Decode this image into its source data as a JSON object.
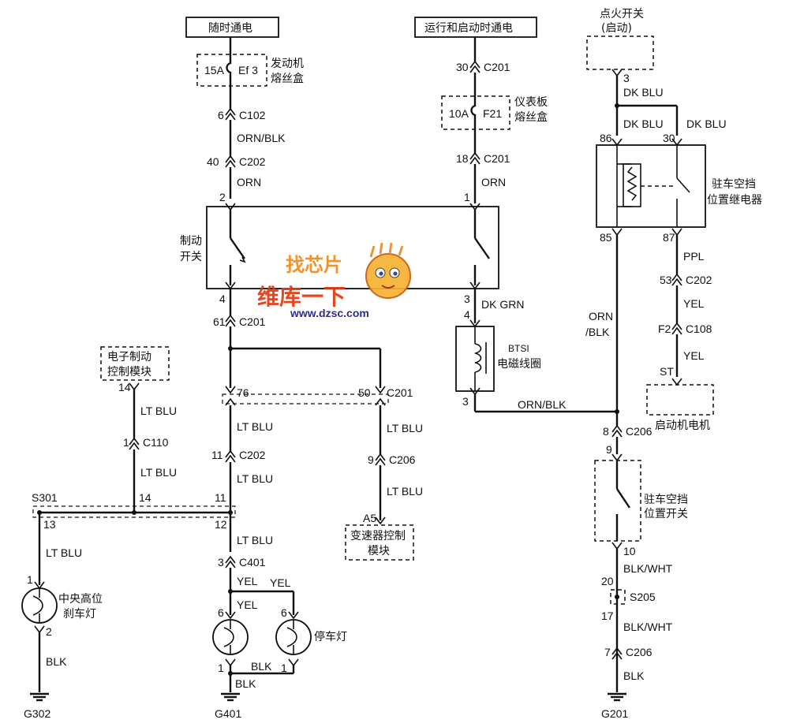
{
  "power": {
    "always_hot": "随时通电",
    "run_start": "运行和启动时通电",
    "ign_switch_l1": "点火开关",
    "ign_switch_l2": "(启动)"
  },
  "fuses": {
    "ef3_amp": "15A",
    "ef3_name": "Ef 3",
    "ef3_box_l1": "发动机",
    "ef3_box_l2": "熔丝盒",
    "f21_amp": "10A",
    "f21_name": "F21",
    "f21_box_l1": "仪表板",
    "f21_box_l2": "熔丝盒"
  },
  "components": {
    "brake_switch_l1": "制动",
    "brake_switch_l2": "开关",
    "ebcm_l1": "电子制动",
    "ebcm_l2": "控制模块",
    "btsi_l1": "BTSI",
    "btsi_l2": "电磁线圈",
    "relay_l1": "驻车空挡",
    "relay_l2": "位置继电器",
    "starter": "启动机电机",
    "park_switch_l1": "驻车空挡",
    "park_switch_l2": "位置开关",
    "tcm_l1": "变速器控制",
    "tcm_l2": "模块",
    "chmsl_l1": "中央高位",
    "chmsl_l2": "刹车灯",
    "stop_lamp": "停车灯"
  },
  "wires": {
    "orn_blk": "ORN/BLK",
    "orn": "ORN",
    "dk_grn": "DK GRN",
    "dk_blu": "DK BLU",
    "ppl": "PPL",
    "yel": "YEL",
    "lt_blu": "LT BLU",
    "blk": "BLK",
    "blk_wht": "BLK/WHT",
    "orn_l1": "ORN",
    "orn_l2": "/BLK"
  },
  "connectors": {
    "c102": "C102",
    "c202": "C202",
    "c201": "C201",
    "c110": "C110",
    "c206": "C206",
    "c401": "C401",
    "c108": "C108"
  },
  "splices": {
    "s301": "S301",
    "s205": "S205"
  },
  "grounds": {
    "g302": "G302",
    "g401": "G401",
    "g201": "G201"
  },
  "pins": {
    "p6": "6",
    "p40": "40",
    "p2": "2",
    "p4": "4",
    "p61": "61",
    "p30": "30",
    "p18": "18",
    "p1": "1",
    "p3": "3",
    "p14": "14",
    "p76": "76",
    "p50": "50",
    "p11": "11",
    "p9": "9",
    "p12": "12",
    "p13": "13",
    "p86": "86",
    "p85": "85",
    "p87": "87",
    "p53": "53",
    "pF2": "F2",
    "pST": "ST",
    "p8": "8",
    "p10": "10",
    "p20": "20",
    "p17": "17",
    "p7": "7",
    "pA5": "A5"
  },
  "watermark": {
    "logo": "维库一下",
    "url": "www.dzsc.com",
    "badge": "找芯片"
  }
}
